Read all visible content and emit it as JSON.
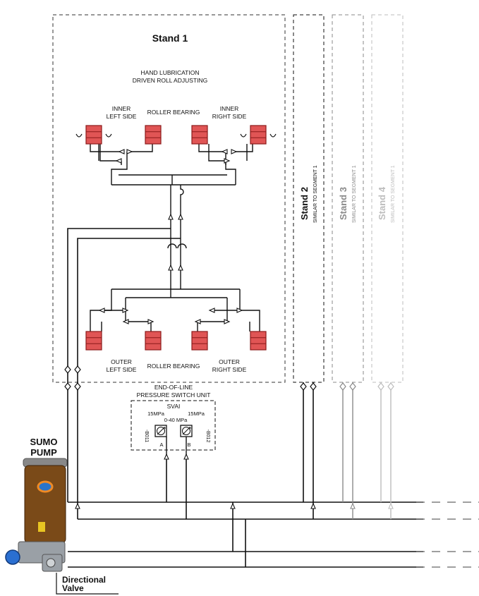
{
  "stand1": {
    "title": "Stand 1",
    "subtitle_line1": "HAND LUBRICATION",
    "subtitle_line2": "DRIVEN ROLL ADJUSTING",
    "inner_left_line1": "INNER",
    "inner_left_line2": "LEFT SIDE",
    "roller_bearing_top": "ROLLER BEARING",
    "inner_right_line1": "INNER",
    "inner_right_line2": "RIGHT SIDE",
    "outer_left_line1": "OUTER",
    "outer_left_line2": "LEFT SIDE",
    "roller_bearing_bottom": "ROLLER BEARING",
    "outer_right_line1": "OUTER",
    "outer_right_line2": "RIGHT SIDE"
  },
  "stands": [
    {
      "title": "Stand 2",
      "subtitle": "SIMILAR TO SEGMENT 1",
      "color": "#111111"
    },
    {
      "title": "Stand 3",
      "subtitle": "SIMILAR TO SEGMENT 1",
      "color": "#8a8a8a"
    },
    {
      "title": "Stand 4",
      "subtitle": "SIMILAR TO SEGMENT 1",
      "color": "#bdbdbd"
    }
  ],
  "pressure_switch": {
    "label_line1": "END-OF-LINE",
    "label_line2": "PRESSURE SWITCH UNIT",
    "unit": "SVAI",
    "left_pressure": "15MPa",
    "right_pressure": "15MPa",
    "range": "0-40 MPa",
    "left_tag": "-B011",
    "right_tag": "-B012",
    "port_a": "A",
    "port_b": "B"
  },
  "pump": {
    "label_line1": "SUMO",
    "label_line2": "PUMP"
  },
  "valve": {
    "label_line1": "Directional",
    "label_line2": "Valve"
  },
  "colors": {
    "bearing_fill": "#e05555",
    "bearing_stroke": "#8b1a1a",
    "pump_body": "#7a4a18",
    "pump_base": "#9aa0a6",
    "pump_motor": "#2a6fd1"
  },
  "icons": {
    "bearing": "lubrication-point-icon",
    "valve": "check-valve-icon",
    "switch": "pressure-switch-icon"
  }
}
